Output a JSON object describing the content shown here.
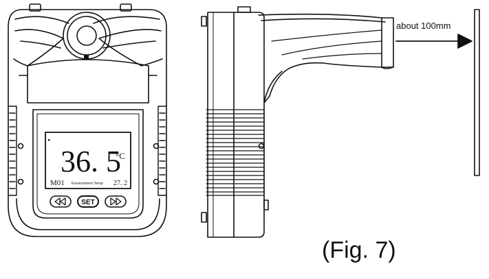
{
  "display": {
    "temperature": "36. 5",
    "unit": "°C",
    "mode": "M01",
    "env_label": "Environment Temp",
    "env_value": "27. 2",
    "indicator": "▸"
  },
  "buttons": {
    "prev_icon": "rewind-icon",
    "set_label": "SET",
    "next_icon": "fast-forward-icon"
  },
  "measurement": {
    "distance_label": "about 100mm"
  },
  "caption": "(Fig. 7)",
  "colors": {
    "line": "#111111",
    "background": "#ffffff"
  }
}
